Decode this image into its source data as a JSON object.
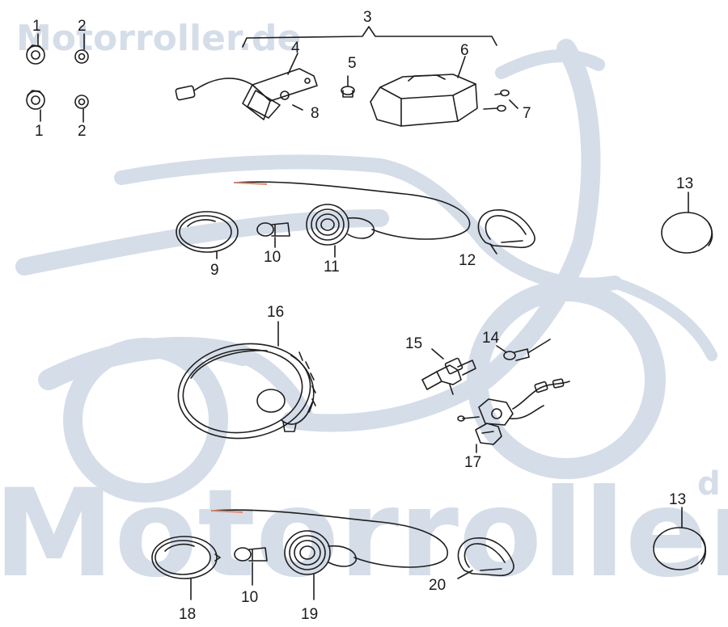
{
  "watermark": {
    "small_text": "Motorroller.de",
    "large_text": "Motorroller",
    "large_suffix": "d",
    "color": "#d5dde9"
  },
  "callouts": {
    "c1a": "1",
    "c2a": "2",
    "c1b": "1",
    "c2b": "2",
    "c3": "3",
    "c4": "4",
    "c5": "5",
    "c6": "6",
    "c7": "7",
    "c8": "8",
    "c9": "9",
    "c10a": "10",
    "c11": "11",
    "c12": "12",
    "c13a": "13",
    "c16": "16",
    "c15": "15",
    "c14": "14",
    "c17": "17",
    "c13b": "13",
    "c18": "18",
    "c10b": "10",
    "c19": "19",
    "c20": "20"
  },
  "colors": {
    "line": "#1e1e1e",
    "part_fill": "#ffffff",
    "shade": "#bdbdbd"
  }
}
